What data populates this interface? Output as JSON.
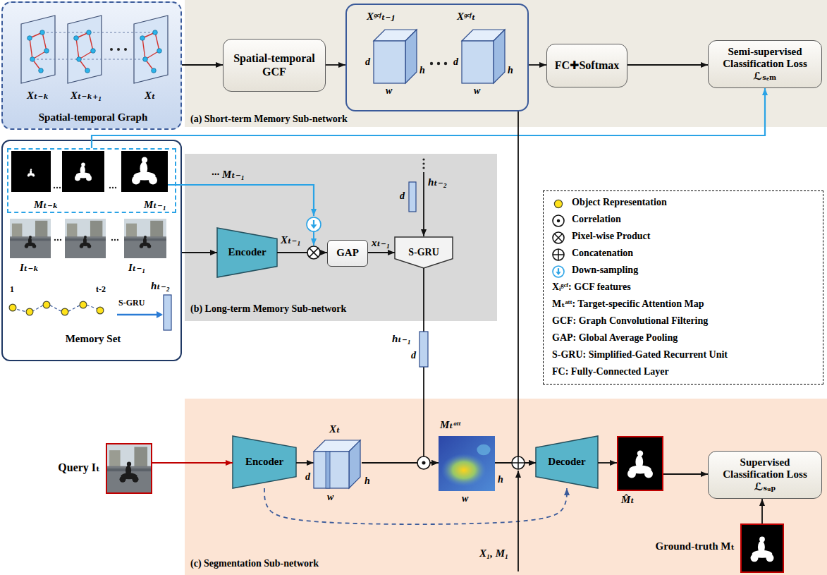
{
  "diagram": {
    "nodes": [
      {
        "text": [
          "Spatial-temporal Graph"
        ]
      },
      {
        "text": [
          "(a) Short-term Memory Sub-network"
        ]
      },
      {
        "text": [
          "Spatial-temporal GCF"
        ],
        "in": 1
      },
      {
        "text": [
          "Xᵍᶜᶠₜ₋ⱼ",
          "Xᵍᶜᶠₜ"
        ],
        "in": 1
      },
      {
        "text": [
          "FC✚Softmax"
        ],
        "in": 1
      },
      {
        "text": [
          "Semi-supervised Classification Loss ℒₛₑₘ"
        ],
        "in": 1
      },
      {
        "text": [
          "Memory Set"
        ]
      },
      {
        "text": [
          "Mₜ₋ₖ",
          "Mₜ₋₁"
        ],
        "in": 6
      },
      {
        "text": [
          "(b) Long-term Memory Sub-network"
        ]
      },
      {
        "text": [
          "Encoder"
        ],
        "in": 8
      },
      {
        "text": [
          "GAP"
        ],
        "in": 8
      },
      {
        "text": [
          "S-GRU"
        ],
        "in": 8
      },
      {
        "text": [
          "(c) Segmentation Sub-network"
        ]
      },
      {
        "text": [
          "Query Iₜ"
        ]
      },
      {
        "text": [
          "Encoder"
        ],
        "in": 12
      },
      {
        "text": [
          "Xₜ"
        ],
        "in": 12
      },
      {
        "text": [
          "Mₜᵃᵗᵗ"
        ],
        "in": 12
      },
      {
        "text": [
          "Decoder"
        ],
        "in": 12
      },
      {
        "text": [
          "M̂ₜ"
        ],
        "in": 12
      },
      {
        "text": [
          "Supervised Classification Loss ℒₛᵤₚ"
        ],
        "in": 12
      },
      {
        "text": [
          "Ground-truth Mₜ"
        ],
        "in": 12
      }
    ],
    "edges": [
      {
        "from": 0,
        "to": 2,
        "arrow": "to"
      },
      {
        "from": 2,
        "to": 3,
        "arrow": "to"
      },
      {
        "from": 3,
        "to": 4,
        "arrow": "to"
      },
      {
        "from": 4,
        "to": 5,
        "arrow": "to"
      },
      {
        "from": 7,
        "to": 5,
        "arrow": "to"
      },
      {
        "from": 6,
        "to": 9,
        "arrow": "to"
      },
      {
        "from": 9,
        "to": 10,
        "arrow": "to"
      },
      {
        "from": 10,
        "to": 11,
        "arrow": "to"
      },
      {
        "from": 11,
        "to": 16,
        "arrow": "to"
      },
      {
        "from": 13,
        "to": 14,
        "arrow": "to"
      },
      {
        "from": 14,
        "to": 15,
        "arrow": "to"
      },
      {
        "from": 15,
        "to": 16,
        "arrow": "to"
      },
      {
        "from": 16,
        "to": 17,
        "arrow": "to"
      },
      {
        "from": 3,
        "to": 17,
        "arrow": "to"
      },
      {
        "from": 14,
        "to": 17,
        "arrow": "to"
      },
      {
        "from": 17,
        "to": 18,
        "arrow": "to"
      },
      {
        "from": 18,
        "to": 19,
        "arrow": "to"
      },
      {
        "from": 20,
        "to": 19,
        "arrow": "to"
      }
    ],
    "labels": [
      "Xₜ₋ₖ",
      "Xₜ₋ₖ₊₁",
      "Xₜ",
      "d",
      "w",
      "h",
      "d",
      "w",
      "h",
      "Iₜ₋ₖ",
      "Iₜ₋₁",
      "1",
      "t-2",
      "S-GRU",
      "hₜ₋₂",
      "··· Mₜ₋₁",
      "Xₜ₋₁",
      "xₜ₋₁",
      "hₜ₋₂",
      "d",
      "hₜ₋₁",
      "d",
      "d",
      "w",
      "h",
      "h",
      "w",
      "X₁, M₁"
    ],
    "legend": [
      {
        "text": "Object Representation"
      },
      {
        "text": "Correlation"
      },
      {
        "text": "Pixel-wise Product"
      },
      {
        "text": "Concatenation"
      },
      {
        "text": "Down-sampling"
      },
      {
        "text": "Xᵢᵍᶜᶠ: GCF features"
      },
      {
        "text": "Mₜᵃᵗᵗ: Target-specific Attention Map"
      },
      {
        "text": "GCF: Graph Convolutional Filtering"
      },
      {
        "text": "GAP: Global Average Pooling"
      },
      {
        "text": "S-GRU: Simplified-Gated Recurrent Unit"
      },
      {
        "text": "FC: Fully-Connected Layer"
      }
    ]
  }
}
